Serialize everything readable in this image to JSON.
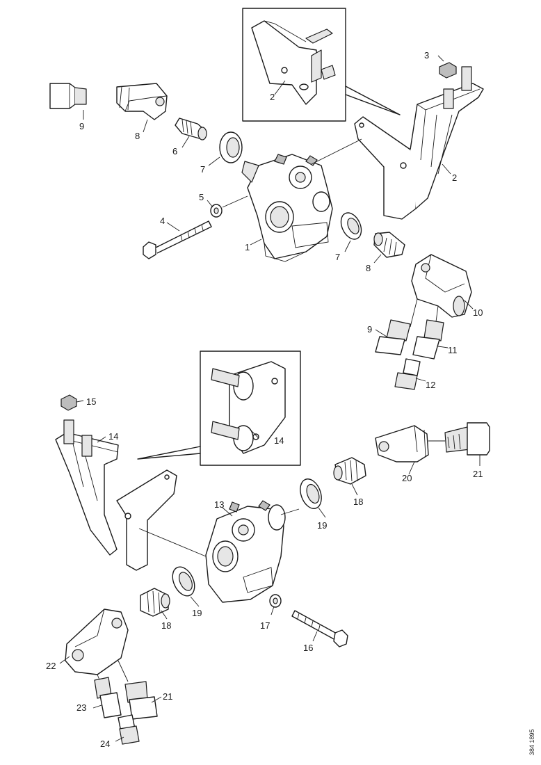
{
  "diagram": {
    "part_labels": {
      "p1": "1",
      "p2a": "2",
      "p2b": "2",
      "p3": "3",
      "p4": "4",
      "p5": "5",
      "p6": "6",
      "p7a": "7",
      "p7b": "7",
      "p8a": "8",
      "p8b": "8",
      "p9a": "9",
      "p9b": "9",
      "p10": "10",
      "p11": "11",
      "p12": "12",
      "p13": "13",
      "p14a": "14",
      "p14b": "14",
      "p15": "15",
      "p16": "16",
      "p17": "17",
      "p18a": "18",
      "p18b": "18",
      "p19a": "19",
      "p19b": "19",
      "p20": "20",
      "p21a": "21",
      "p21b": "21",
      "p22": "22",
      "p23": "23",
      "p24": "24"
    },
    "figure_code": "384 1895"
  }
}
